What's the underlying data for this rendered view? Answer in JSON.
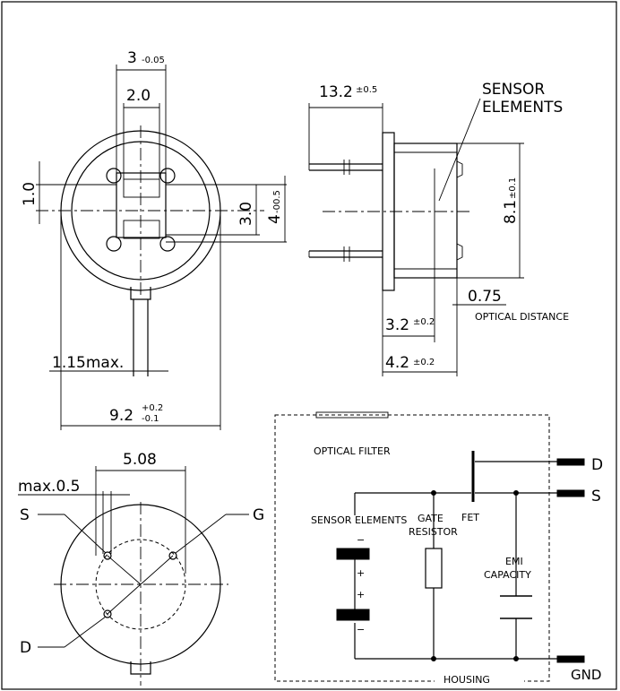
{
  "top_view": {
    "dim_3": "3",
    "dim_3_tol": "-0.05",
    "dim_2": "2.0",
    "dim_1": "1.0",
    "dim_3_0": "3.0",
    "dim_4": "4",
    "dim_4_tol": "-00.5",
    "dim_1_15": "1.15max.",
    "dim_9_2": "9.2",
    "dim_9_2_tol_plus": "+0.2",
    "dim_9_2_tol_minus": "-0.1"
  },
  "side_view": {
    "dim_13_2": "13.2",
    "dim_13_2_tol": "±0.5",
    "sensor_elements_line1": "SENSOR",
    "sensor_elements_line2": "ELEMENTS",
    "dim_8_1": "8.1",
    "dim_8_1_tol": "±0.1",
    "dim_0_75": "0.75",
    "optical_distance": "OPTICAL DISTANCE",
    "dim_3_2": "3.2",
    "dim_3_2_tol": "±0.2",
    "dim_4_2": "4.2",
    "dim_4_2_tol": "±0.2"
  },
  "bottom_view": {
    "dim_5_08": "5.08",
    "dim_max": "max.0.5",
    "pin_s": "S",
    "pin_g": "G",
    "pin_d": "D"
  },
  "schematic": {
    "optical_filter": "OPTICAL FILTER",
    "sensor_elements": "SENSOR ELEMENTS",
    "gate_line1": "GATE",
    "gate_line2": "RESISTOR",
    "fet": "FET",
    "emi_line1": "EMI",
    "emi_line2": "CAPACITY",
    "plus1": "+",
    "plus2": "+",
    "minus1": "−",
    "minus2": "−",
    "pin_d": "D",
    "pin_s": "S",
    "pin_gnd": "GND",
    "housing": "HOUSING"
  }
}
